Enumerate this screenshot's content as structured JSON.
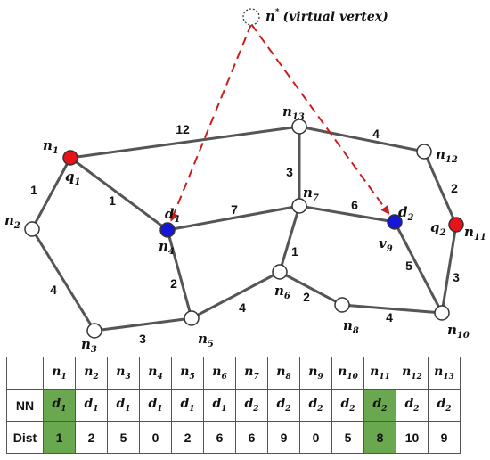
{
  "virtual_vertex": {
    "name": "n",
    "sup": "*",
    "desc": "(virtual vertex)"
  },
  "nodes": [
    {
      "id": "n1",
      "name": "n",
      "sub": "1",
      "color": "#e8121a",
      "extra": {
        "name": "q",
        "sub": "1"
      }
    },
    {
      "id": "n2",
      "name": "n",
      "sub": "2",
      "color": "#ffffff"
    },
    {
      "id": "n3",
      "name": "n",
      "sub": "3",
      "color": "#ffffff"
    },
    {
      "id": "n4",
      "name": "n",
      "sub": "4",
      "color": "#1616d8",
      "extra": {
        "name": "d",
        "sub": "1"
      }
    },
    {
      "id": "n5",
      "name": "n",
      "sub": "5",
      "color": "#ffffff"
    },
    {
      "id": "n6",
      "name": "n",
      "sub": "6",
      "color": "#ffffff"
    },
    {
      "id": "n7",
      "name": "n",
      "sub": "7",
      "color": "#ffffff"
    },
    {
      "id": "n8",
      "name": "n",
      "sub": "8",
      "color": "#ffffff"
    },
    {
      "id": "n9",
      "name": "v",
      "sub": "9",
      "color": "#1616d8",
      "extra": {
        "name": "d",
        "sub": "2"
      }
    },
    {
      "id": "n10",
      "name": "n",
      "sub": "10",
      "color": "#ffffff"
    },
    {
      "id": "n11",
      "name": "n",
      "sub": "11",
      "color": "#e8121a",
      "extra": {
        "name": "q",
        "sub": "2"
      }
    },
    {
      "id": "n12",
      "name": "n",
      "sub": "12",
      "color": "#ffffff"
    },
    {
      "id": "n13",
      "name": "n",
      "sub": "13",
      "color": "#ffffff"
    }
  ],
  "edges": [
    {
      "from": "n1",
      "to": "n13",
      "weight": "12"
    },
    {
      "from": "n13",
      "to": "n12",
      "weight": "4"
    },
    {
      "from": "n12",
      "to": "n11",
      "weight": "2"
    },
    {
      "from": "n11",
      "to": "n10",
      "weight": "3"
    },
    {
      "from": "n1",
      "to": "n2",
      "weight": "1"
    },
    {
      "from": "n1",
      "to": "n4",
      "weight": "1"
    },
    {
      "from": "n2",
      "to": "n3",
      "weight": "4"
    },
    {
      "from": "n3",
      "to": "n5",
      "weight": "3"
    },
    {
      "from": "n4",
      "to": "n7",
      "weight": "7"
    },
    {
      "from": "n4",
      "to": "n5",
      "weight": "2"
    },
    {
      "from": "n5",
      "to": "n6",
      "weight": "4"
    },
    {
      "from": "n13",
      "to": "n7",
      "weight": "3"
    },
    {
      "from": "n7",
      "to": "n9",
      "weight": "6"
    },
    {
      "from": "n7",
      "to": "n6",
      "weight": "1"
    },
    {
      "from": "n6",
      "to": "n8",
      "weight": "2"
    },
    {
      "from": "n8",
      "to": "n10",
      "weight": "4"
    },
    {
      "from": "n9",
      "to": "n10",
      "weight": "5"
    }
  ],
  "virtual_edges": [
    {
      "from": "virtual",
      "to": "n4"
    },
    {
      "from": "virtual",
      "to": "n9"
    }
  ],
  "colors": {
    "edge": "#555555",
    "virtual_edge": "#cc1c1c",
    "highlight": "#6aa84f"
  },
  "table": {
    "columns": [
      {
        "name": "n",
        "sub": "1"
      },
      {
        "name": "n",
        "sub": "2"
      },
      {
        "name": "n",
        "sub": "3"
      },
      {
        "name": "n",
        "sub": "4"
      },
      {
        "name": "n",
        "sub": "5"
      },
      {
        "name": "n",
        "sub": "6"
      },
      {
        "name": "n",
        "sub": "7"
      },
      {
        "name": "n",
        "sub": "8"
      },
      {
        "name": "n",
        "sub": "9"
      },
      {
        "name": "n",
        "sub": "10"
      },
      {
        "name": "n",
        "sub": "11"
      },
      {
        "name": "n",
        "sub": "12"
      },
      {
        "name": "n",
        "sub": "13"
      }
    ],
    "rows": [
      {
        "label": "NN",
        "cells": [
          {
            "name": "d",
            "sub": "1",
            "highlight": true
          },
          {
            "name": "d",
            "sub": "1"
          },
          {
            "name": "d",
            "sub": "1"
          },
          {
            "name": "d",
            "sub": "1"
          },
          {
            "name": "d",
            "sub": "1"
          },
          {
            "name": "d",
            "sub": "1"
          },
          {
            "name": "d",
            "sub": "2"
          },
          {
            "name": "d",
            "sub": "2"
          },
          {
            "name": "d",
            "sub": "2"
          },
          {
            "name": "d",
            "sub": "2"
          },
          {
            "name": "d",
            "sub": "2",
            "highlight": true
          },
          {
            "name": "d",
            "sub": "2"
          },
          {
            "name": "d",
            "sub": "2"
          }
        ]
      },
      {
        "label": "Dist",
        "cells": [
          {
            "value": "1",
            "highlight": true
          },
          {
            "value": "2"
          },
          {
            "value": "5"
          },
          {
            "value": "0"
          },
          {
            "value": "2"
          },
          {
            "value": "6"
          },
          {
            "value": "6"
          },
          {
            "value": "9"
          },
          {
            "value": "0"
          },
          {
            "value": "5"
          },
          {
            "value": "8",
            "highlight": true
          },
          {
            "value": "10"
          },
          {
            "value": "9"
          }
        ]
      }
    ]
  }
}
